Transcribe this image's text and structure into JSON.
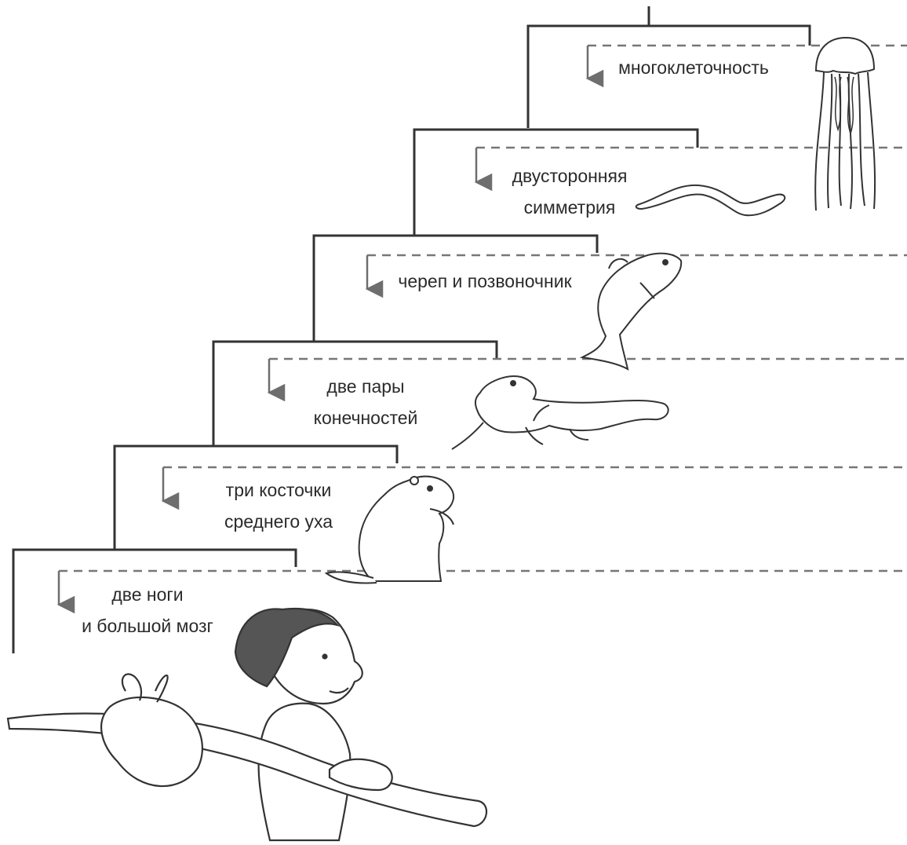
{
  "diagram": {
    "steps": [
      {
        "id": "multicellularity",
        "lines": [
          "многоклеточность"
        ],
        "icon": "jellyfish-icon"
      },
      {
        "id": "bilateral-symmetry",
        "lines": [
          "двусторонняя",
          "симметрия"
        ],
        "icon": "worm-icon"
      },
      {
        "id": "skull-spine",
        "lines": [
          "череп и позвоночник"
        ],
        "icon": "fish-icon"
      },
      {
        "id": "two-pairs-limbs",
        "lines": [
          "две пары",
          "конечностей"
        ],
        "icon": "lizard-icon"
      },
      {
        "id": "middle-ear",
        "lines": [
          "три косточки",
          "среднего уха"
        ],
        "icon": "beaver-icon"
      },
      {
        "id": "bipedal-brain",
        "lines": [
          "две ноги",
          "и большой мозг"
        ],
        "icon": "human-icon"
      }
    ],
    "colors": {
      "line": "#333333",
      "dash": "#777777",
      "arrow": "#6e6e6e",
      "text": "#2b2b2b"
    }
  }
}
